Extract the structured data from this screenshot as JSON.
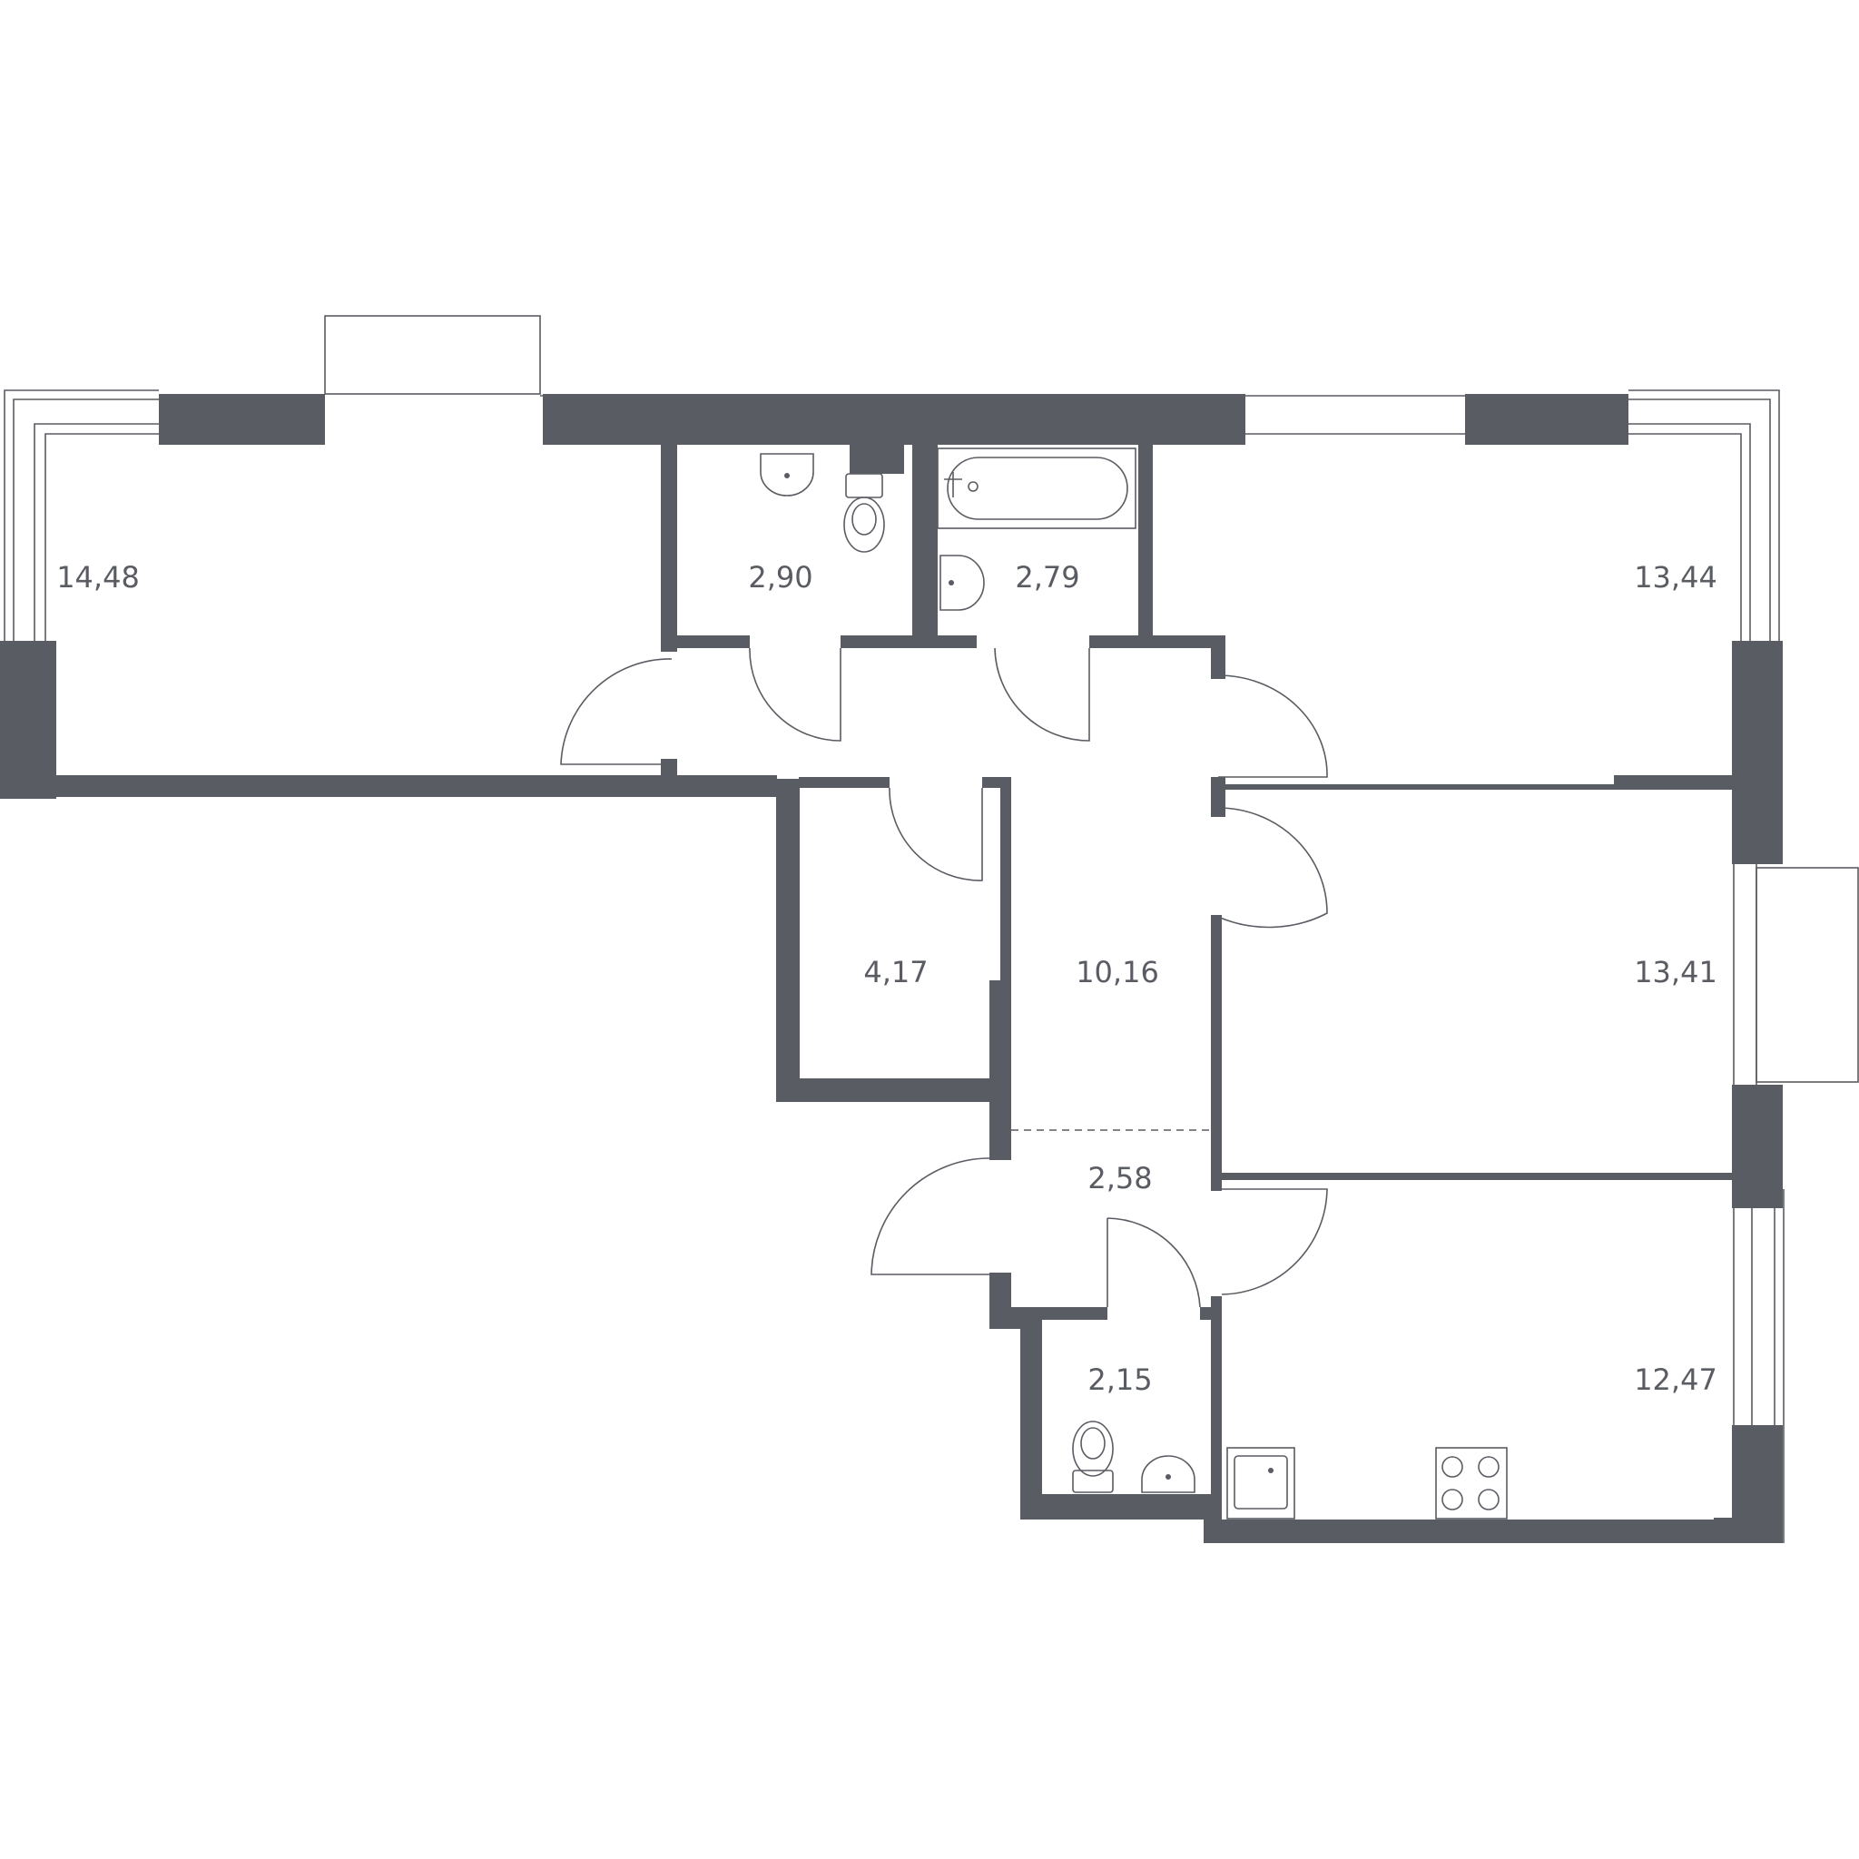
{
  "wall_color": "#5a5c63",
  "background_color": "#ffffff",
  "rooms": [
    {
      "id": "bedroom-west",
      "area": "14,48"
    },
    {
      "id": "toilet-north",
      "area": "2,90"
    },
    {
      "id": "bathroom-north",
      "area": "2,79"
    },
    {
      "id": "bedroom-northeast",
      "area": "13,44"
    },
    {
      "id": "storage",
      "area": "4,17"
    },
    {
      "id": "hallway",
      "area": "10,16"
    },
    {
      "id": "bedroom-east",
      "area": "13,41"
    },
    {
      "id": "entrance",
      "area": "2,58"
    },
    {
      "id": "toilet-south",
      "area": "2,15"
    },
    {
      "id": "kitchen",
      "area": "12,47"
    }
  ],
  "fixtures": [
    {
      "icon": "sink-icon"
    },
    {
      "icon": "toilet-icon"
    },
    {
      "icon": "bathtub-icon"
    },
    {
      "icon": "sink-icon"
    },
    {
      "icon": "toilet-icon"
    },
    {
      "icon": "sink-icon"
    },
    {
      "icon": "kitchen-sink-icon"
    },
    {
      "icon": "stove-icon"
    }
  ]
}
